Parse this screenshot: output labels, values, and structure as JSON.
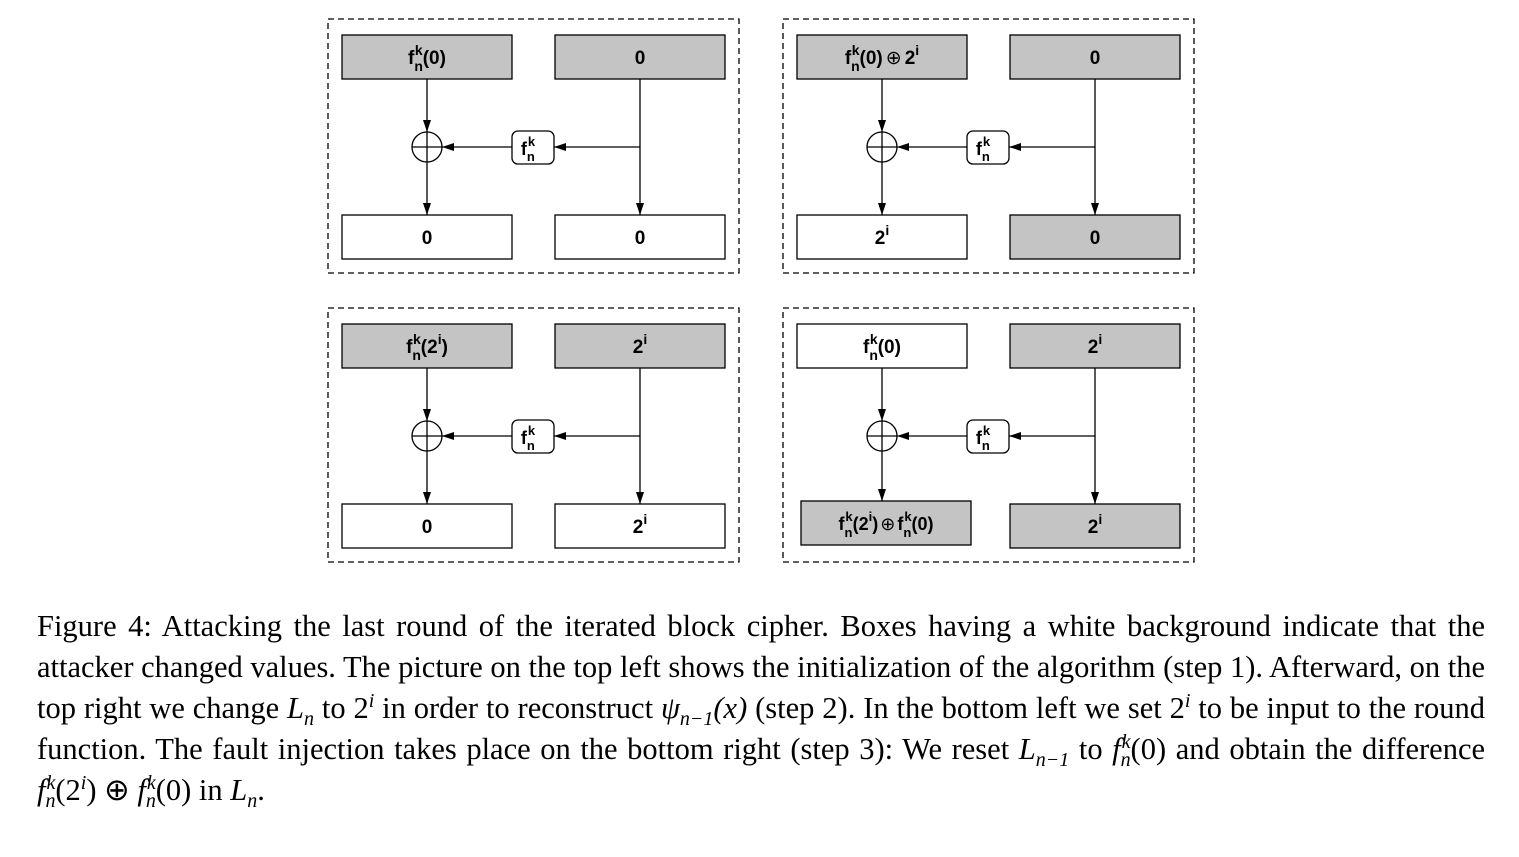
{
  "figure": {
    "panels": [
      {
        "name": "top-left",
        "box_top_left": {
          "base": "f",
          "sub": "n",
          "sup": "k",
          "tail": "(0)",
          "shaded": true
        },
        "box_top_right": {
          "text": "0",
          "shaded": true
        },
        "round_function": {
          "base": "f",
          "sub": "n",
          "sup": "k"
        },
        "box_bottom_left": {
          "text": "0",
          "shaded": false
        },
        "box_bottom_right": {
          "text": "0",
          "shaded": false
        }
      },
      {
        "name": "top-right",
        "box_top_left": {
          "base": "f",
          "sub": "n",
          "sup": "k",
          "tail": "(0)",
          "xor": "⊕",
          "term": "2",
          "term_sup": "i",
          "shaded": true
        },
        "box_top_right": {
          "text": "0",
          "shaded": true
        },
        "round_function": {
          "base": "f",
          "sub": "n",
          "sup": "k"
        },
        "box_bottom_left": {
          "text": "2",
          "sup": "i",
          "shaded": false
        },
        "box_bottom_right": {
          "text": "0",
          "shaded": true
        }
      },
      {
        "name": "bottom-left",
        "box_top_left": {
          "base": "f",
          "sub": "n",
          "sup": "k",
          "tail_open": "(2",
          "tail_sup": "i",
          "tail_close": ")",
          "shaded": true
        },
        "box_top_right": {
          "text": "2",
          "sup": "i",
          "shaded": true
        },
        "round_function": {
          "base": "f",
          "sub": "n",
          "sup": "k"
        },
        "box_bottom_left": {
          "text": "0",
          "shaded": false
        },
        "box_bottom_right": {
          "text": "2",
          "sup": "i",
          "shaded": false
        }
      },
      {
        "name": "bottom-right",
        "box_top_left": {
          "base": "f",
          "sub": "n",
          "sup": "k",
          "tail": "(0)",
          "shaded": false
        },
        "box_top_right": {
          "text": "2",
          "sup": "i",
          "shaded": true
        },
        "round_function": {
          "base": "f",
          "sub": "n",
          "sup": "k"
        },
        "box_bottom_left": {
          "base": "f",
          "sub": "n",
          "sup": "k",
          "tail_open": "(2",
          "tail_sup": "i",
          "tail_close": ")",
          "xor": "⊕",
          "base2": "f",
          "sub2": "n",
          "sup2": "k",
          "tail2": "(0)",
          "shaded": true
        },
        "box_bottom_right": {
          "text": "2",
          "sup": "i",
          "shaded": true
        }
      }
    ],
    "colors": {
      "shaded_fill": "#c4c4c4",
      "white_fill": "#ffffff",
      "stroke": "#000000"
    }
  },
  "caption": {
    "label": "Figure 4:",
    "s1": "Attacking the last round of the iterated block cipher. Boxes having a white background indicate that the attacker changed values. The picture on the top left shows the initialization of the algorithm (step 1). Afterward, on the top right we change",
    "L": "L",
    "n": "n",
    "s2": "to 2",
    "i": "i",
    "s3": "in order to reconstruct",
    "psi": "ψ",
    "nminus1": "n−1",
    "x_arg": "(x)",
    "s4": "(step 2). In the bottom left we set 2",
    "s5": "to be input to the round function. The fault injection takes place on the bottom right (step 3): We reset",
    "s6": "to",
    "f": "f",
    "k": "k",
    "zero_arg": "(0)",
    "s7": "and obtain the difference",
    "two_open": "(2",
    "close": ")",
    "oplus": "⊕",
    "s8": "in",
    "period": "."
  }
}
